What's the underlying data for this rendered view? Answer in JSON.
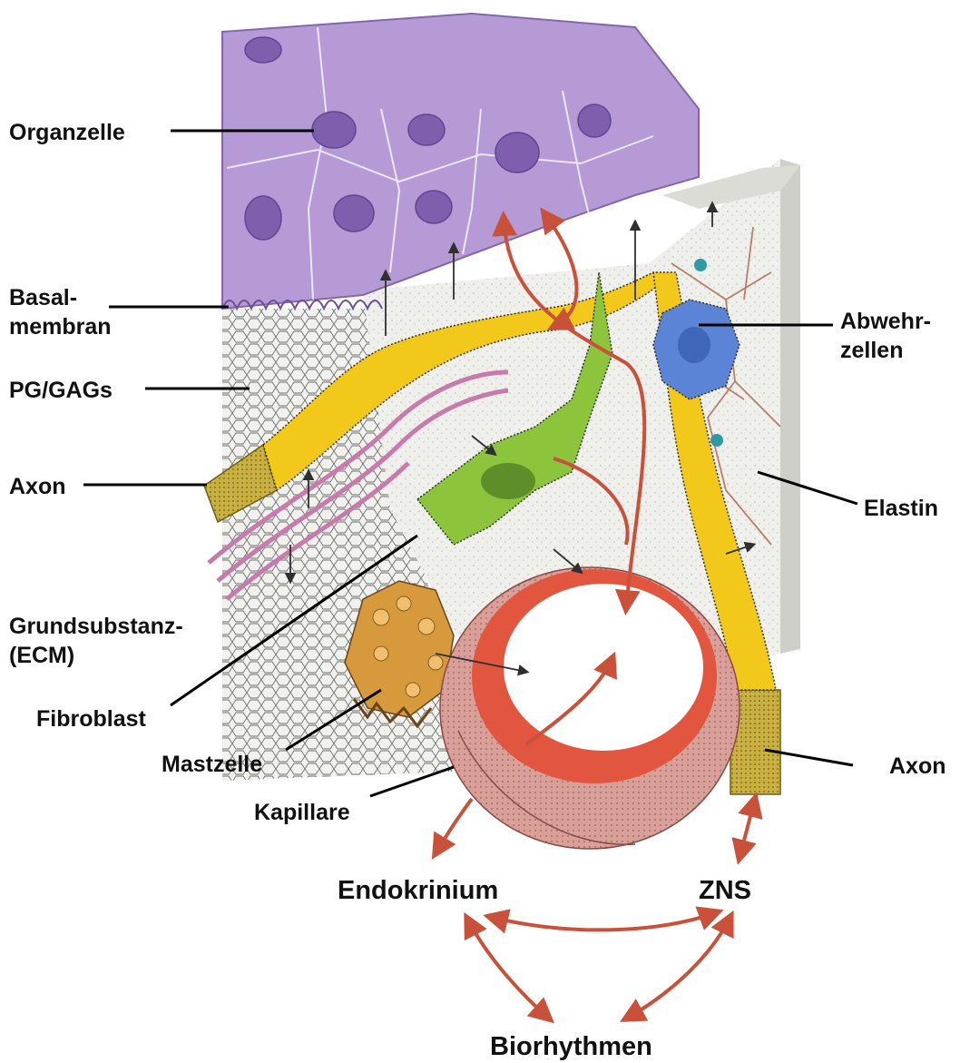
{
  "colors": {
    "organ_cells": "#b59ad6",
    "nucleus": "#7d5fae",
    "ecm_background": "#f1f1ee",
    "mesh": "#6f6f6f",
    "axon_yellow": "#f2c91b",
    "axon_sheath": "#c9b040",
    "fibroblast": "#8cc43c",
    "defense_cell": "#5b84d6",
    "mast_cell": "#d69a3c",
    "capillary_outer": "#d9a09a",
    "capillary_inner": "#e2553e",
    "elastin": "#b5806a",
    "regulation_arrows": "#c9513a"
  },
  "labels": {
    "organzelle": "Organzelle",
    "basal_line1": "Basal-",
    "basal_line2": "membran",
    "pg_gags": "PG/GAGs",
    "axon_left": "Axon",
    "grund_line1": "Grundsubstanz-",
    "grund_line2": "(ECM)",
    "fibroblast": "Fibroblast",
    "mastzelle": "Mastzelle",
    "kapillare": "Kapillare",
    "abwehr_line1": "Abwehr-",
    "abwehr_line2": "zellen",
    "elastin": "Elastin",
    "axon_right": "Axon",
    "endokrinium": "Endokrinium",
    "zns": "ZNS",
    "biorhythmen": "Biorhythmen"
  }
}
